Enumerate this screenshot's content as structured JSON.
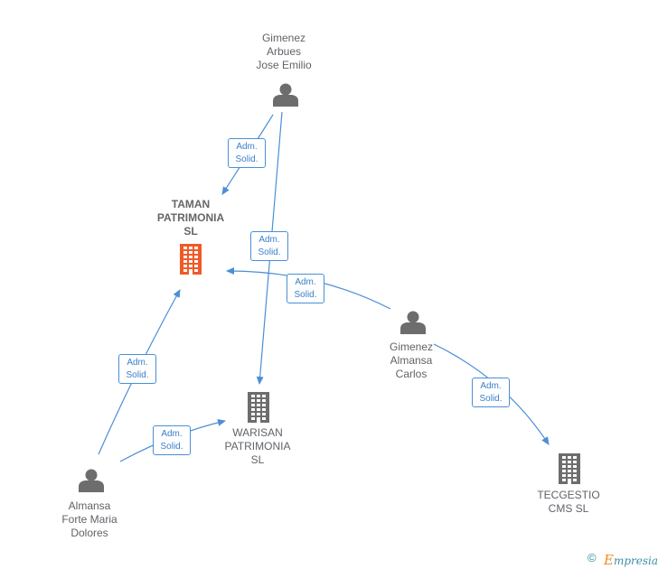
{
  "nodes": {
    "gimenez_arbues": {
      "label": "Gimenez\nArbues\nJose Emilio",
      "type": "person"
    },
    "taman": {
      "label": "TAMAN\nPATRIMONIA\nSL",
      "type": "company",
      "highlight": true
    },
    "gimenez_almansa": {
      "label": "Gimenez\nAlmansa\nCarlos",
      "type": "person"
    },
    "warisan": {
      "label": "WARISAN\nPATRIMONIA\nSL",
      "type": "company"
    },
    "tecgestio": {
      "label": "TECGESTIO\nCMS  SL",
      "type": "company"
    },
    "almansa_forte": {
      "label": "Almansa\nForte Maria\nDolores",
      "type": "person"
    }
  },
  "edges": [
    {
      "from": "gimenez_arbues",
      "to": "taman",
      "label": "Adm.\nSolid."
    },
    {
      "from": "gimenez_arbues",
      "to": "warisan",
      "label": "Adm.\nSolid."
    },
    {
      "from": "gimenez_almansa",
      "to": "taman",
      "label": "Adm.\nSolid."
    },
    {
      "from": "gimenez_almansa",
      "to": "tecgestio",
      "label": "Adm.\nSolid."
    },
    {
      "from": "almansa_forte",
      "to": "taman",
      "label": "Adm.\nSolid."
    },
    {
      "from": "almansa_forte",
      "to": "warisan",
      "label": "Adm.\nSolid."
    }
  ],
  "colors": {
    "edge": "#4a8fd6",
    "person_icon": "#6d6d6d",
    "company_icon": "#6d6d6d",
    "highlight_company_icon": "#f05a28"
  },
  "footer": {
    "copyright": "©",
    "brand_first": "E",
    "brand_rest": "mpresia"
  }
}
